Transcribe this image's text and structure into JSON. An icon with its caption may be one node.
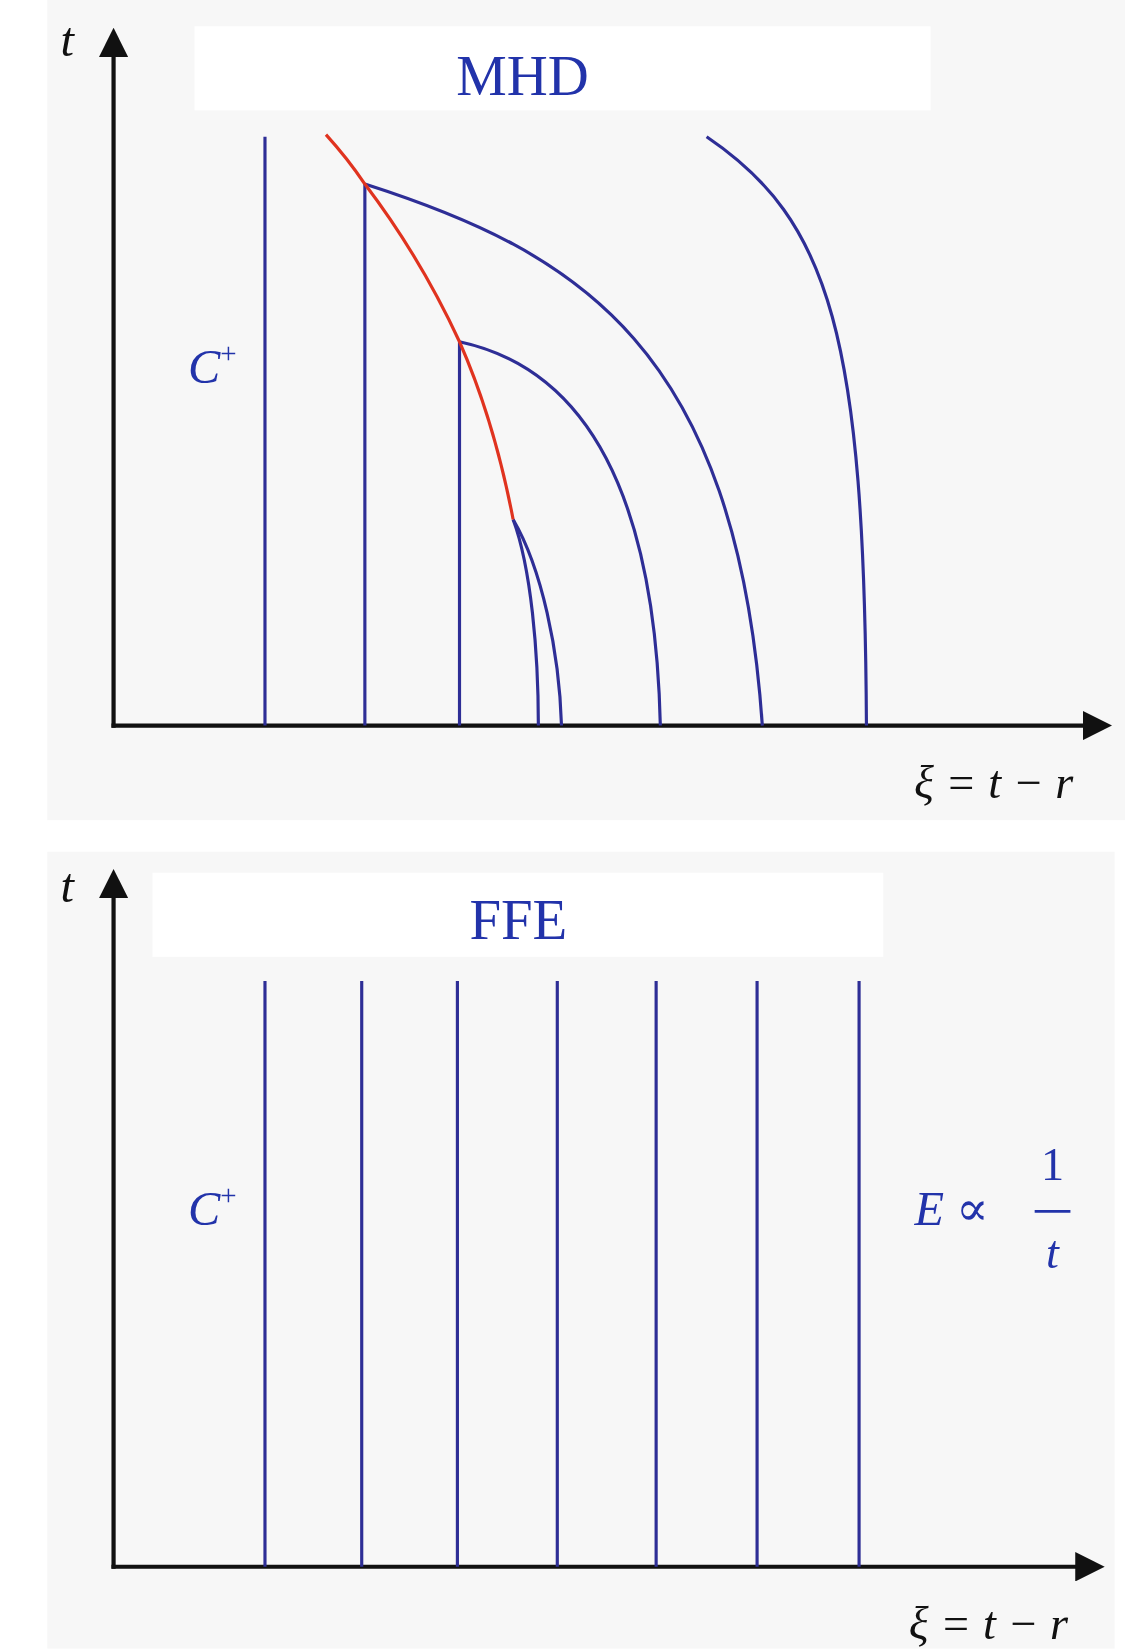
{
  "diagram": {
    "labels": [
      "t",
      "MHD",
      "C$^{+}$",
      "ξ = t − r",
      "t",
      "FFE",
      "C$^{+}$",
      "E ∝",
      "1",
      "t",
      "ξ = t − r"
    ]
  }
}
